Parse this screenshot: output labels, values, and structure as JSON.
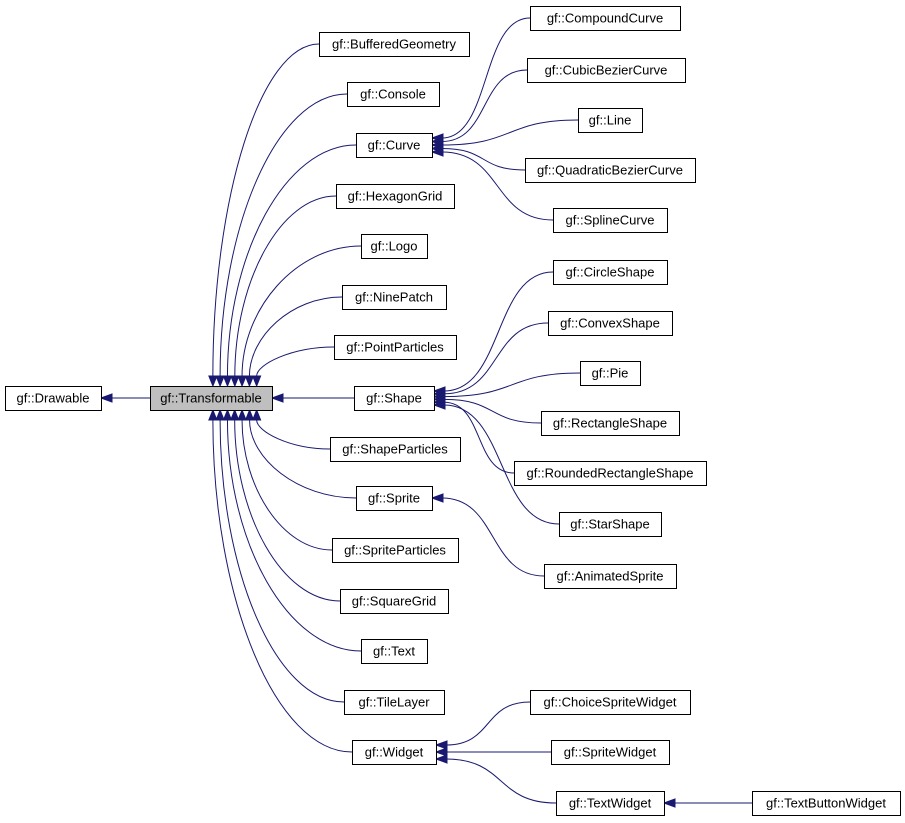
{
  "diagram": {
    "nodes": [
      {
        "id": "drawable",
        "label": "gf::Drawable"
      },
      {
        "id": "transformable",
        "label": "gf::Transformable",
        "highlight": true
      },
      {
        "id": "bufferedgeometry",
        "label": "gf::BufferedGeometry"
      },
      {
        "id": "console",
        "label": "gf::Console"
      },
      {
        "id": "curve",
        "label": "gf::Curve"
      },
      {
        "id": "hexagongrid",
        "label": "gf::HexagonGrid"
      },
      {
        "id": "logo",
        "label": "gf::Logo"
      },
      {
        "id": "ninepatch",
        "label": "gf::NinePatch"
      },
      {
        "id": "pointparticles",
        "label": "gf::PointParticles"
      },
      {
        "id": "shape",
        "label": "gf::Shape"
      },
      {
        "id": "shapeparticles",
        "label": "gf::ShapeParticles"
      },
      {
        "id": "sprite",
        "label": "gf::Sprite"
      },
      {
        "id": "spriteparticles",
        "label": "gf::SpriteParticles"
      },
      {
        "id": "squaregrid",
        "label": "gf::SquareGrid"
      },
      {
        "id": "text",
        "label": "gf::Text"
      },
      {
        "id": "tilelayer",
        "label": "gf::TileLayer"
      },
      {
        "id": "widget",
        "label": "gf::Widget"
      },
      {
        "id": "compoundcurve",
        "label": "gf::CompoundCurve"
      },
      {
        "id": "cubicbeziercurve",
        "label": "gf::CubicBezierCurve"
      },
      {
        "id": "line",
        "label": "gf::Line"
      },
      {
        "id": "quadraticbeziercurve",
        "label": "gf::QuadraticBezierCurve"
      },
      {
        "id": "splinecurve",
        "label": "gf::SplineCurve"
      },
      {
        "id": "circleshape",
        "label": "gf::CircleShape"
      },
      {
        "id": "convexshape",
        "label": "gf::ConvexShape"
      },
      {
        "id": "pie",
        "label": "gf::Pie"
      },
      {
        "id": "rectangleshape",
        "label": "gf::RectangleShape"
      },
      {
        "id": "roundedrectangleshape",
        "label": "gf::RoundedRectangleShape"
      },
      {
        "id": "starshape",
        "label": "gf::StarShape"
      },
      {
        "id": "animatedsprite",
        "label": "gf::AnimatedSprite"
      },
      {
        "id": "choicespritewidget",
        "label": "gf::ChoiceSpriteWidget"
      },
      {
        "id": "spritewidget",
        "label": "gf::SpriteWidget"
      },
      {
        "id": "textwidget",
        "label": "gf::TextWidget"
      },
      {
        "id": "textbuttonwidget",
        "label": "gf::TextButtonWidget"
      }
    ],
    "edges": [
      {
        "from": "transformable",
        "to": "drawable"
      },
      {
        "from": "bufferedgeometry",
        "to": "transformable"
      },
      {
        "from": "console",
        "to": "transformable"
      },
      {
        "from": "curve",
        "to": "transformable"
      },
      {
        "from": "hexagongrid",
        "to": "transformable"
      },
      {
        "from": "logo",
        "to": "transformable"
      },
      {
        "from": "ninepatch",
        "to": "transformable"
      },
      {
        "from": "pointparticles",
        "to": "transformable"
      },
      {
        "from": "shape",
        "to": "transformable"
      },
      {
        "from": "shapeparticles",
        "to": "transformable"
      },
      {
        "from": "sprite",
        "to": "transformable"
      },
      {
        "from": "spriteparticles",
        "to": "transformable"
      },
      {
        "from": "squaregrid",
        "to": "transformable"
      },
      {
        "from": "text",
        "to": "transformable"
      },
      {
        "from": "tilelayer",
        "to": "transformable"
      },
      {
        "from": "widget",
        "to": "transformable"
      },
      {
        "from": "compoundcurve",
        "to": "curve"
      },
      {
        "from": "cubicbeziercurve",
        "to": "curve"
      },
      {
        "from": "line",
        "to": "curve"
      },
      {
        "from": "quadraticbeziercurve",
        "to": "curve"
      },
      {
        "from": "splinecurve",
        "to": "curve"
      },
      {
        "from": "circleshape",
        "to": "shape"
      },
      {
        "from": "convexshape",
        "to": "shape"
      },
      {
        "from": "pie",
        "to": "shape"
      },
      {
        "from": "rectangleshape",
        "to": "shape"
      },
      {
        "from": "roundedrectangleshape",
        "to": "shape"
      },
      {
        "from": "starshape",
        "to": "shape"
      },
      {
        "from": "animatedsprite",
        "to": "sprite"
      },
      {
        "from": "choicespritewidget",
        "to": "widget"
      },
      {
        "from": "spritewidget",
        "to": "widget"
      },
      {
        "from": "textwidget",
        "to": "widget"
      },
      {
        "from": "textbuttonwidget",
        "to": "textwidget"
      }
    ],
    "colors": {
      "edge": "#191970",
      "box_border": "#000000",
      "box_fill": "#ffffff",
      "highlight_fill": "#bfbfbf"
    }
  }
}
